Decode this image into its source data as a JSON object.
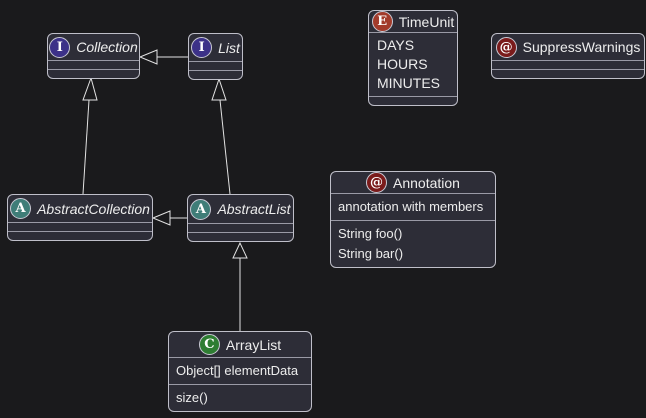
{
  "diagram": {
    "kind": "uml-class-diagram",
    "colors": {
      "background": "#1A1A1C",
      "node_fill": "#2D2D37",
      "node_border": "#BFBFC9",
      "edge_line": "#E3E3E3",
      "interface_icon": "#3C3188",
      "abstract_icon": "#3F7D78",
      "class_icon": "#2E7D32",
      "enum_icon": "#A23B2B",
      "annotation_icon": "#7A1B1B"
    },
    "nodes": {
      "collection": {
        "stereotype": "interface",
        "letter": "I",
        "name": "Collection"
      },
      "list": {
        "stereotype": "interface",
        "letter": "I",
        "name": "List"
      },
      "timeunit": {
        "stereotype": "enum",
        "letter": "E",
        "name": "TimeUnit",
        "values": [
          "DAYS",
          "HOURS",
          "MINUTES"
        ]
      },
      "suppresswarnings": {
        "stereotype": "annotation",
        "letter": "@",
        "name": "SuppressWarnings"
      },
      "abstractcollection": {
        "stereotype": "abstract",
        "letter": "A",
        "name": "AbstractCollection"
      },
      "abstractlist": {
        "stereotype": "abstract",
        "letter": "A",
        "name": "AbstractList"
      },
      "annotation": {
        "stereotype": "annotation",
        "letter": "@",
        "name": "Annotation",
        "fields": [
          "annotation with members"
        ],
        "methods": [
          "String foo()",
          "String bar()"
        ]
      },
      "arraylist": {
        "stereotype": "class",
        "letter": "C",
        "name": "ArrayList",
        "fields": [
          "Object[] elementData"
        ],
        "methods": [
          "size()"
        ]
      }
    },
    "edges": [
      {
        "from": "List",
        "to": "Collection",
        "type": "extends"
      },
      {
        "from": "AbstractCollection",
        "to": "Collection",
        "type": "extends"
      },
      {
        "from": "AbstractList",
        "to": "List",
        "type": "extends"
      },
      {
        "from": "AbstractList",
        "to": "AbstractCollection",
        "type": "extends"
      },
      {
        "from": "ArrayList",
        "to": "AbstractList",
        "type": "extends"
      }
    ]
  }
}
